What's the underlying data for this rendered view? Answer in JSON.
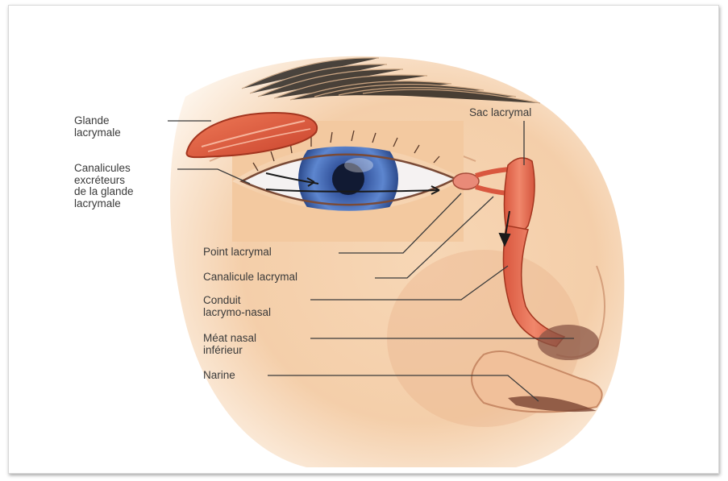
{
  "labels": {
    "glande": "Glande\nlacrymale",
    "canalicules_excreteurs": "Canalicules\nexcréteurs\nde la glande\nlacrymale",
    "sac": "Sac lacrymal",
    "point": "Point lacrymal",
    "canalicule": "Canalicule lacrymal",
    "conduit": "Conduit\nlacrymo-nasal",
    "meat": "Méat nasal\ninférieur",
    "narine": "Narine"
  },
  "colors": {
    "skin": "#f3c9a0",
    "skin_shadow": "#e6a779",
    "gland": "#e05a3e",
    "iris": "#3f63b8",
    "duct": "#e4745c",
    "leader_line": "#3a3a3a"
  }
}
